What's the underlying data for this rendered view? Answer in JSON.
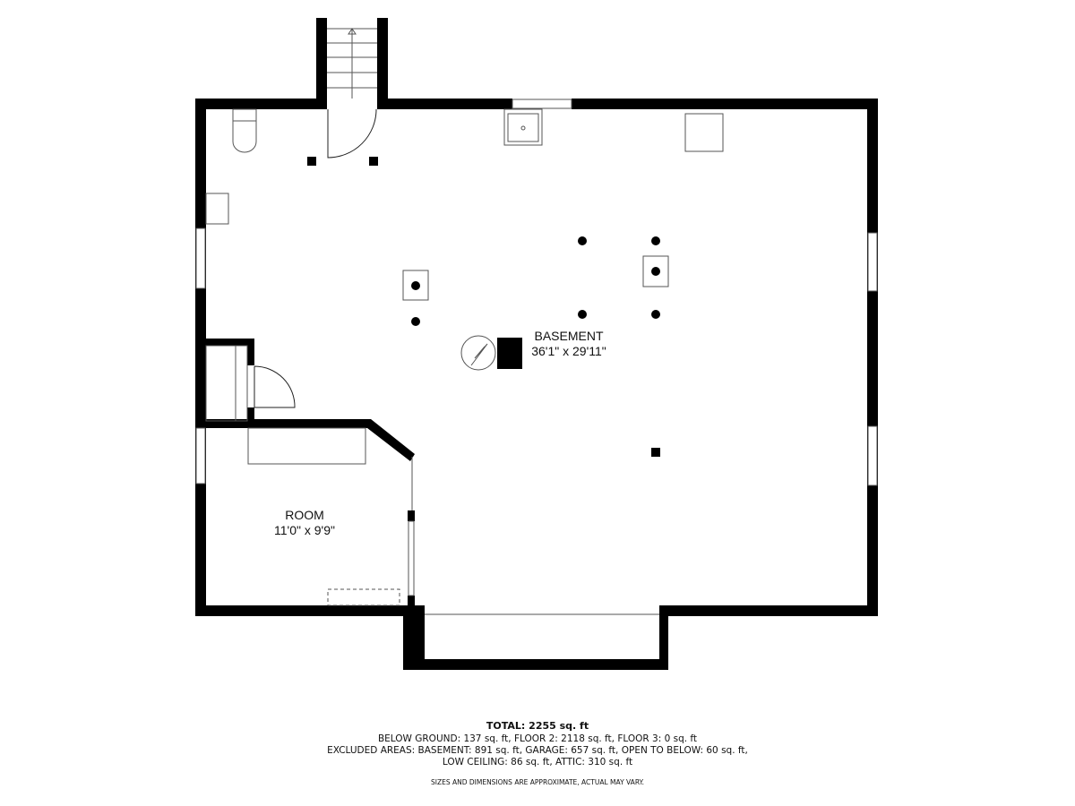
{
  "rooms": {
    "basement": {
      "name": "BASEMENT",
      "dimensions": "36'1\" x 29'11\""
    },
    "room": {
      "name": "ROOM",
      "dimensions": "11'0\" x 9'9\""
    }
  },
  "footer": {
    "total": "TOTAL: 2255 sq. ft",
    "line1": "BELOW GROUND: 137 sq. ft, FLOOR 2: 2118 sq. ft, FLOOR 3: 0 sq. ft",
    "line2": "EXCLUDED AREAS: BASEMENT: 891 sq. ft, GARAGE: 657 sq. ft, OPEN TO BELOW: 60 sq. ft,",
    "line3": "LOW CEILING: 86 sq. ft, ATTIC: 310 sq. ft",
    "disclaimer": "SIZES AND DIMENSIONS ARE APPROXIMATE, ACTUAL MAY VARY."
  },
  "colors": {
    "wall": "#000000",
    "fixture": "#555555"
  }
}
